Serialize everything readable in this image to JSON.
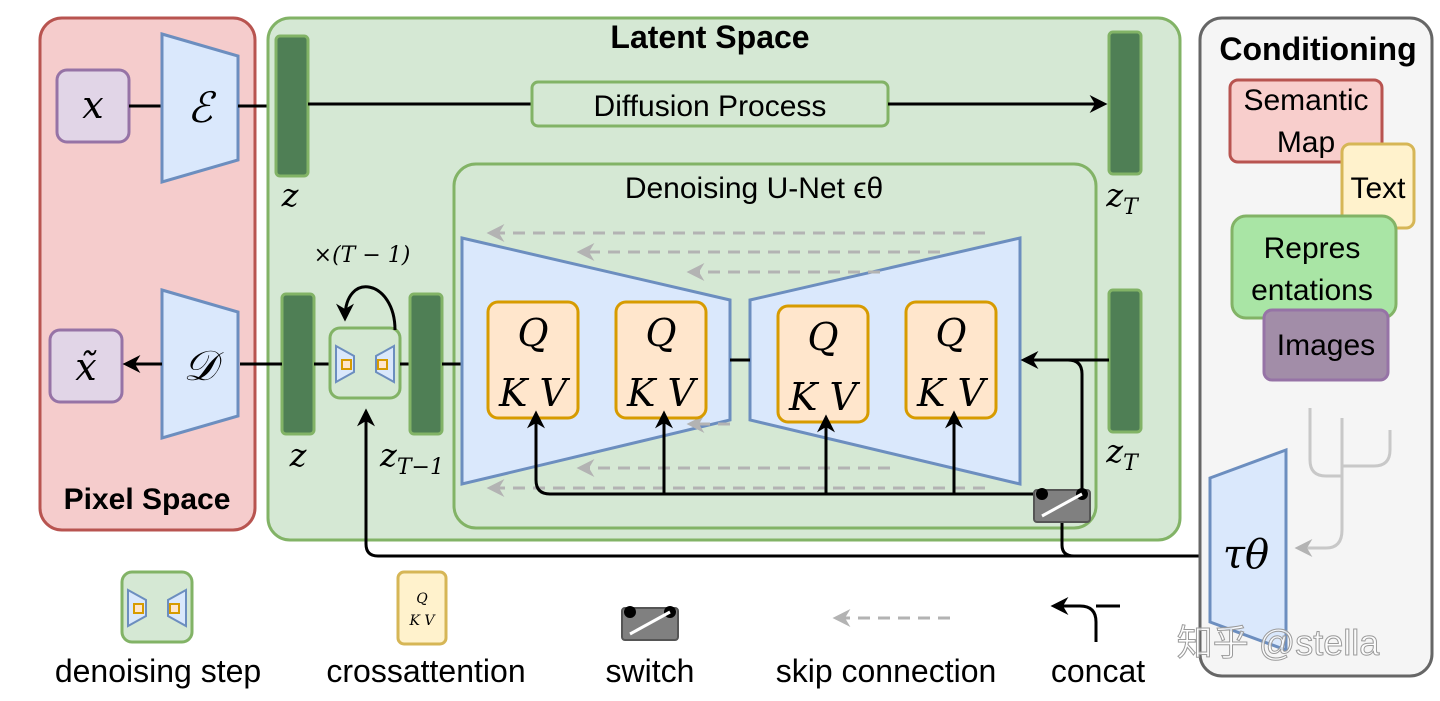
{
  "panels": {
    "pixel_space": "Pixel Space",
    "latent_space": "Latent Space",
    "conditioning": "Conditioning"
  },
  "pixel": {
    "x": "x",
    "x_tilde": "x̃",
    "encoder": "ℰ",
    "decoder": "𝒟"
  },
  "latent": {
    "diffusion_process": "Diffusion Process",
    "unet_title": "Denoising U-Net ϵθ",
    "z": "z",
    "z_T": "zT",
    "z_T_minus_1": "zT−1",
    "repeat": "×(T − 1)",
    "cross_q": "Q",
    "cross_kv": "K V"
  },
  "conditioning": {
    "items": [
      "Semantic Map",
      "Text",
      "Repres entations",
      "Images"
    ],
    "tau": "τθ"
  },
  "legend": {
    "denoising_step": "denoising step",
    "crossattention": "crossattention",
    "switch": "switch",
    "skip_connection": "skip connection",
    "concat": "concat"
  },
  "watermark": "知乎 @stella",
  "colors": {
    "pixel_fill": "#f5cccc",
    "pixel_stroke": "#b85450",
    "latent_fill": "#d5e8d4",
    "latent_stroke": "#82b366",
    "cond_fill": "#f5f5f5",
    "cond_stroke": "#666666",
    "blue_fill": "#dae8fc",
    "blue_stroke": "#6c8ebf",
    "dark_green": "#4f7f55",
    "qkv_fill": "#ffe6cc",
    "qkv_stroke": "#d79b00",
    "purple_fill": "#e1d5e7",
    "purple_stroke": "#9673a6"
  }
}
